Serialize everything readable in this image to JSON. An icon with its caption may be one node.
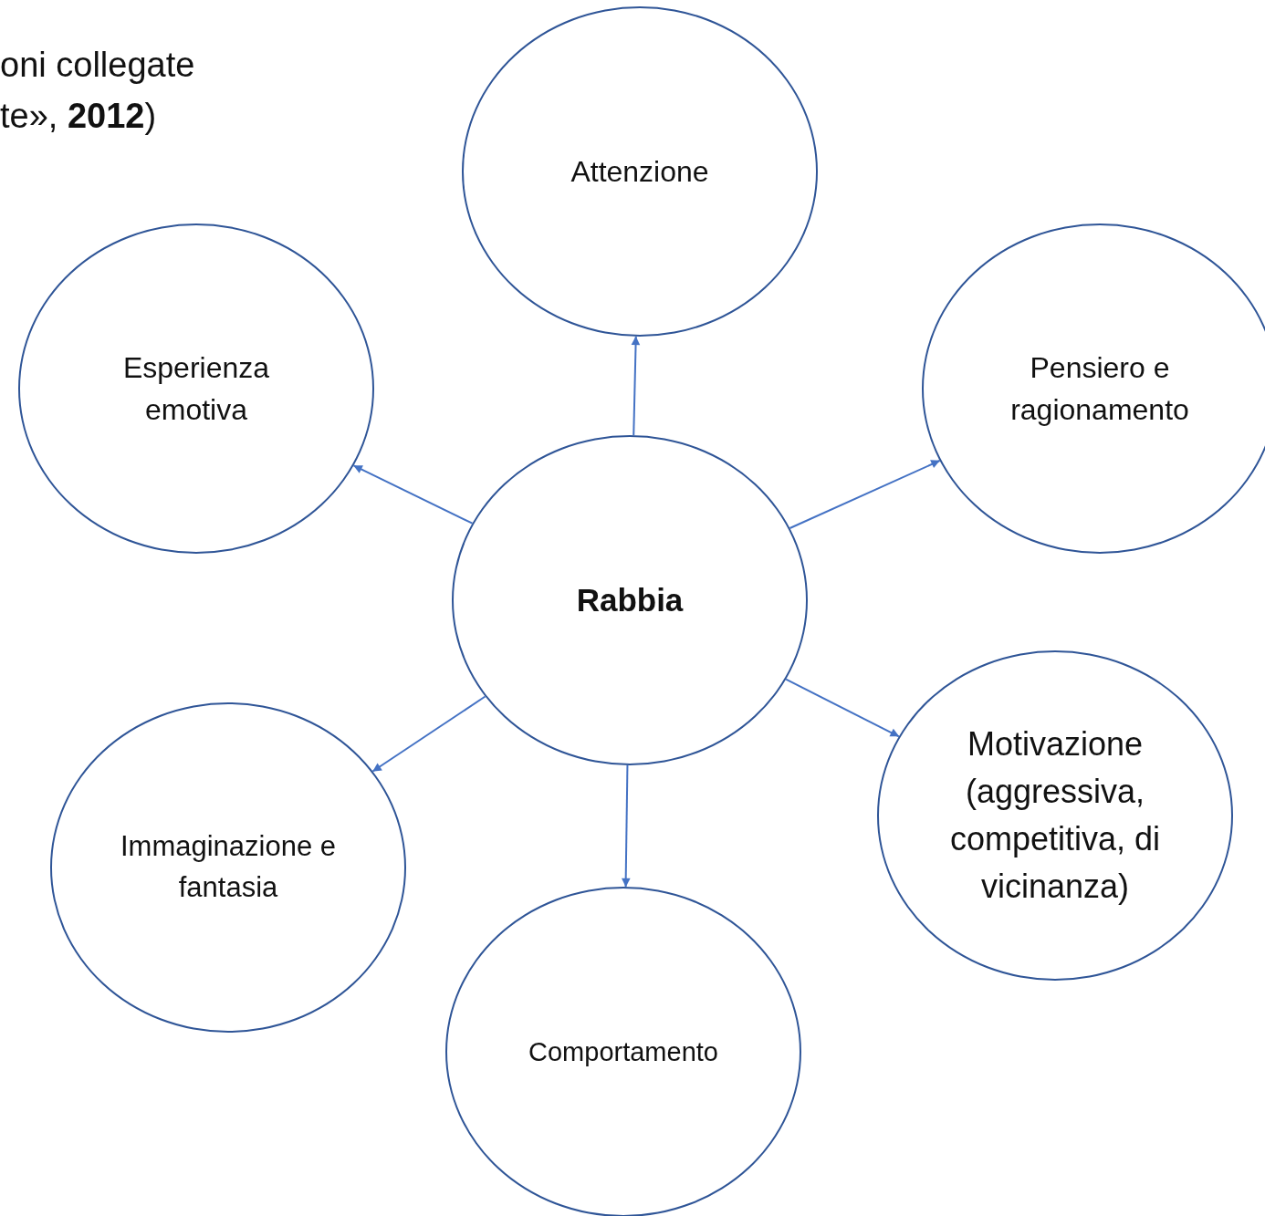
{
  "diagram": {
    "nodes": [
      {
        "text": [
          "Attenzione"
        ]
      },
      {
        "text": [
          "Esperienza emotiva"
        ]
      },
      {
        "text": [
          "Pensiero e ragionamento"
        ]
      },
      {
        "text": [
          "Rabbia"
        ]
      },
      {
        "text": [
          "Immaginazione e fantasia"
        ]
      },
      {
        "text": [
          "Motivazione (aggressiva, competitiva, di vicinanza)"
        ]
      },
      {
        "text": [
          "Comportamento"
        ]
      }
    ],
    "edges": [
      {
        "from": 3,
        "to": 0,
        "arrow": "to"
      },
      {
        "from": 3,
        "to": 1,
        "arrow": "to"
      },
      {
        "from": 3,
        "to": 2,
        "arrow": "to"
      },
      {
        "from": 3,
        "to": 4,
        "arrow": "to"
      },
      {
        "from": 3,
        "to": 6,
        "arrow": "to"
      },
      {
        "from": 3,
        "to": 5,
        "arrow": "to"
      }
    ],
    "labels": [
      "oni collegate",
      "te», **2012**)"
    ]
  }
}
